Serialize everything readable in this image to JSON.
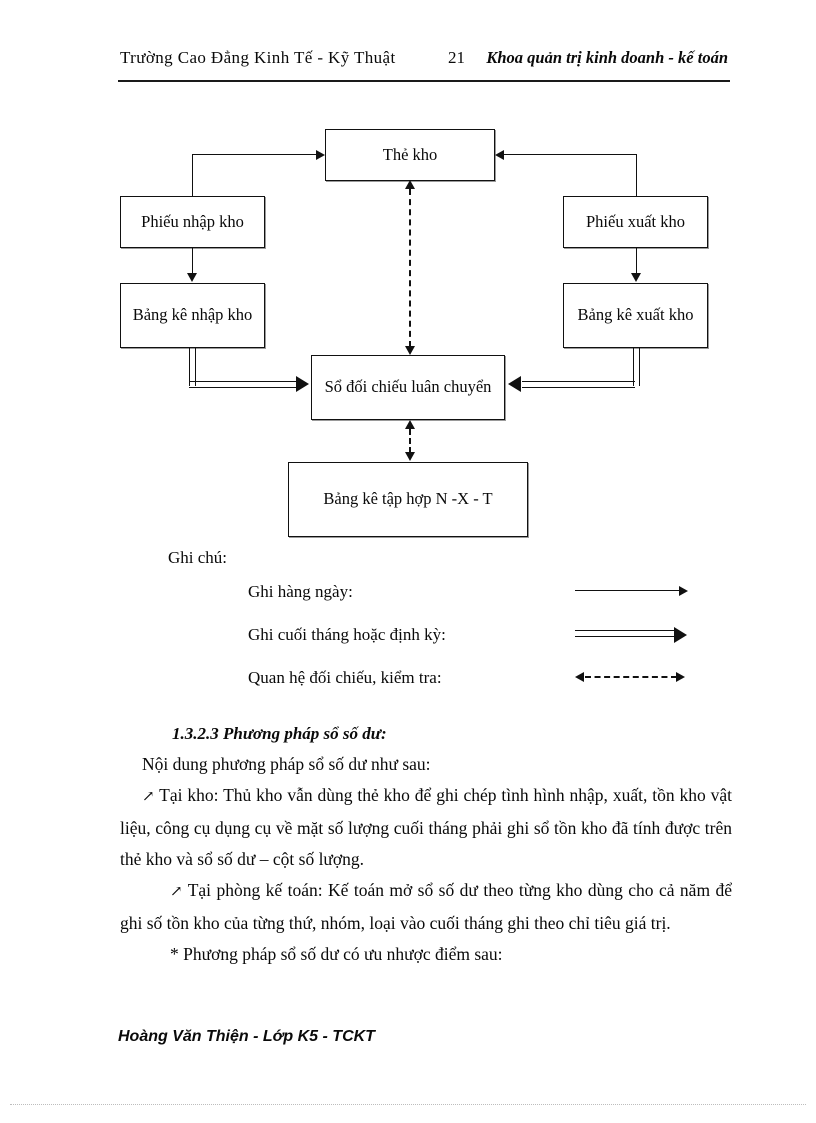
{
  "header": {
    "left": "Trường Cao Đẳng Kinh Tế - Kỹ Thuật",
    "page_number": "21",
    "right": "Khoa quản trị kinh doanh - kế toán"
  },
  "diagram": {
    "boxes": {
      "the_kho": "Thẻ kho",
      "phieu_nhap_kho": "Phiếu nhập kho",
      "phieu_xuat_kho": "Phiếu xuất kho",
      "bang_ke_nhap_kho": "Bảng kê nhập kho",
      "bang_ke_xuat_kho": "Bảng kê xuất kho",
      "so_doi_chieu_luan_chuyen": "Sổ đối chiếu luân chuyển",
      "bang_ke_tap_hop": "Bảng kê tập hợp N -X - T"
    }
  },
  "legend": {
    "title": "Ghi chú:",
    "items": [
      {
        "label": "Ghi hàng ngày:",
        "arrow": "solid-arrow-right"
      },
      {
        "label": "Ghi cuối tháng hoặc định kỳ:",
        "arrow": "double-arrow-right"
      },
      {
        "label": "Quan hệ đối chiếu, kiểm tra:",
        "arrow": "dashed-arrow-both"
      }
    ]
  },
  "body": {
    "section_heading": "1.3.2.3  Phương pháp sổ số dư:",
    "intro": "Nội dung phương pháp sổ số dư như sau:",
    "bullet_glyph": "↗",
    "para_1": "Tại kho: Thủ kho vẫn dùng thẻ kho để ghi chép tình hình nhập, xuất, tồn kho vật liệu, công cụ dụng cụ về mặt số lượng cuối tháng phải ghi sổ tồn kho đã tính được trên thẻ kho và sổ số dư – cột số lượng.",
    "para_2": "Tại phòng kế toán: Kế toán  mở sổ số dư theo từng kho dùng cho cả năm để ghi số tồn kho của từng thứ, nhóm, loại vào cuối tháng ghi theo chỉ tiêu giá trị.",
    "para_3": "* Phương pháp sổ số dư có ưu nhược điểm sau:"
  },
  "footer": {
    "text": "Hoàng Văn Thiện  - Lớp K5 - TCKT"
  },
  "colors": {
    "ink": "#0a0a0a",
    "line": "#111111",
    "page_background": "#ffffff"
  }
}
